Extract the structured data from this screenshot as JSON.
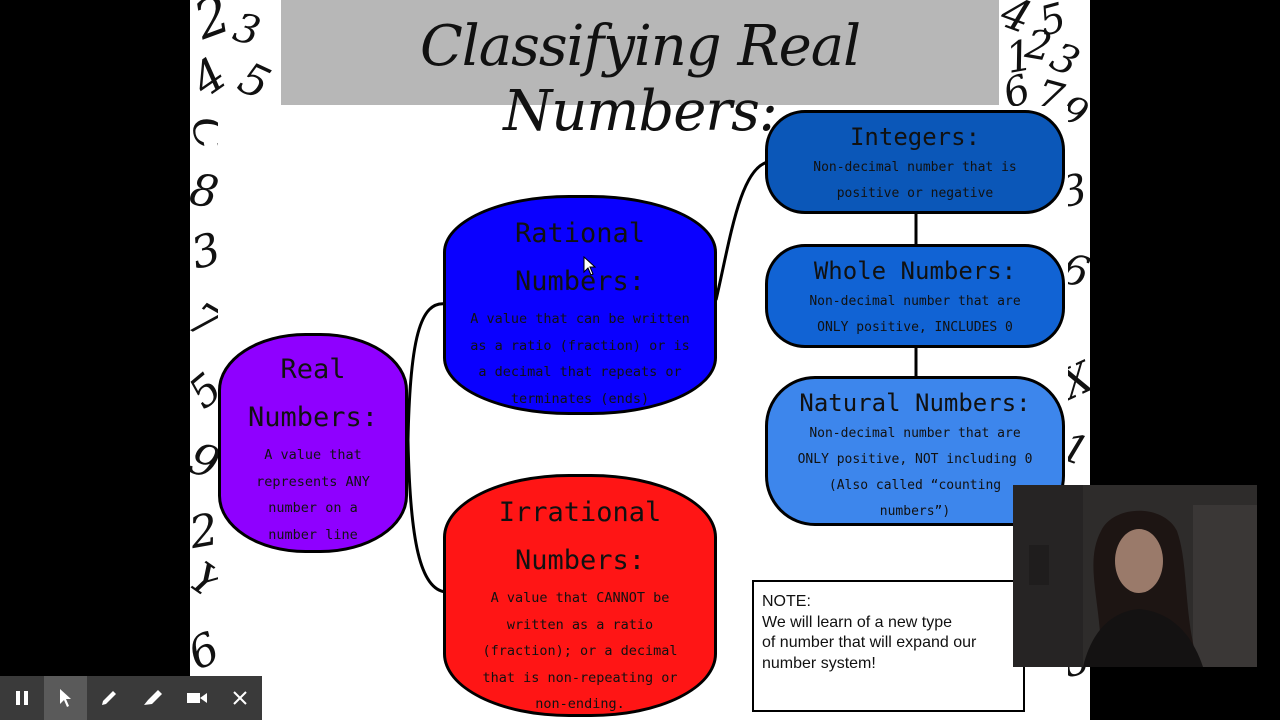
{
  "title": "Classifying Real Numbers:",
  "diagram": {
    "real": {
      "title": "Real Numbers:",
      "desc": "A value that represents ANY number on a number line",
      "color": "#8f00ff"
    },
    "rational": {
      "title": "Rational Numbers:",
      "desc": "A value that can be written as a ratio (fraction) or is a decimal that repeats or terminates (ends)",
      "color": "#0a00ff"
    },
    "irrational": {
      "title": "Irrational Numbers:",
      "desc": "A value that CANNOT be written as a ratio (fraction); or a decimal that is non-repeating or non-ending.",
      "color": "#ff1515"
    },
    "integers": {
      "title": "Integers:",
      "desc": "Non-decimal number that is positive or negative",
      "color": "#0b57b8"
    },
    "whole": {
      "title": "Whole Numbers:",
      "desc": "Non-decimal number that are ONLY positive, INCLUDES 0",
      "color": "#1163d4"
    },
    "natural": {
      "title": "Natural Numbers:",
      "desc": "Non-decimal number that are ONLY positive, NOT including 0 (Also called “counting numbers”)",
      "color": "#3d86ec"
    }
  },
  "note": {
    "heading": "NOTE:",
    "line1": "We will learn of a new type",
    "line2": "of number that will expand our",
    "line3": "number system!"
  },
  "toolbar": {
    "icons": [
      "pause-icon",
      "pointer-icon",
      "pen-icon",
      "highlighter-icon",
      "camera-icon",
      "close-icon"
    ],
    "active": "pointer-icon"
  }
}
